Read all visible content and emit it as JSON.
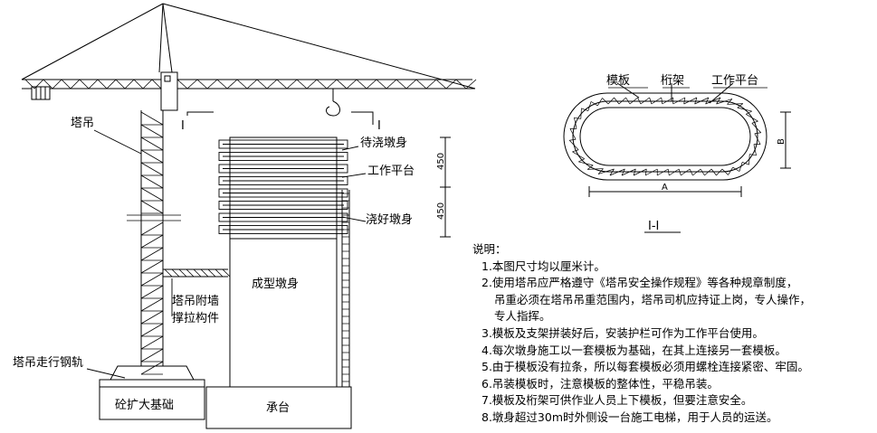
{
  "labels": {
    "tower_crane": "塔吊",
    "section_mark": "I",
    "pier_to_pour": "待浇墩身",
    "work_platform": "工作平台",
    "poured_pier": "浇好墩身",
    "finished_pier": "成型墩身",
    "wall_brace_1": "塔吊附墙",
    "wall_brace_2": "撑拉构件",
    "rail": "塔吊走行钢轨",
    "foundation": "砼扩大基础",
    "pile_cap": "承台",
    "dim_upper": "450",
    "dim_lower": "450"
  },
  "section": {
    "formwork": "模板",
    "truss": "桁架",
    "platform": "工作平台",
    "dim_a": "A",
    "dim_b": "B",
    "title": "I-I"
  },
  "notes": {
    "title": "说明：",
    "lines": [
      "1.本图尺寸均以厘米计。",
      "2.使用塔吊应严格遵守《塔吊安全操作规程》等各种规章制度，",
      "吊重必须在塔吊吊重范围内，塔吊司机应持证上岗，专人操作，",
      "专人指挥。",
      "3.模板及支架拼装好后，安装护栏可作为工作平台使用。",
      "4.每次墩身施工以一套模板为基础，在其上连接另一套模板。",
      "5.由于模板没有拉条，所以每套模板必须用螺栓连接紧密、牢固。",
      "6.吊装模板时，注意模板的整体性，平稳吊装。",
      "7.模板及桁架可供作业人员上下模板，但要注意安全。",
      "8.墩身超过30m时外侧设一台施工电梯，用于人员的运送。"
    ]
  }
}
